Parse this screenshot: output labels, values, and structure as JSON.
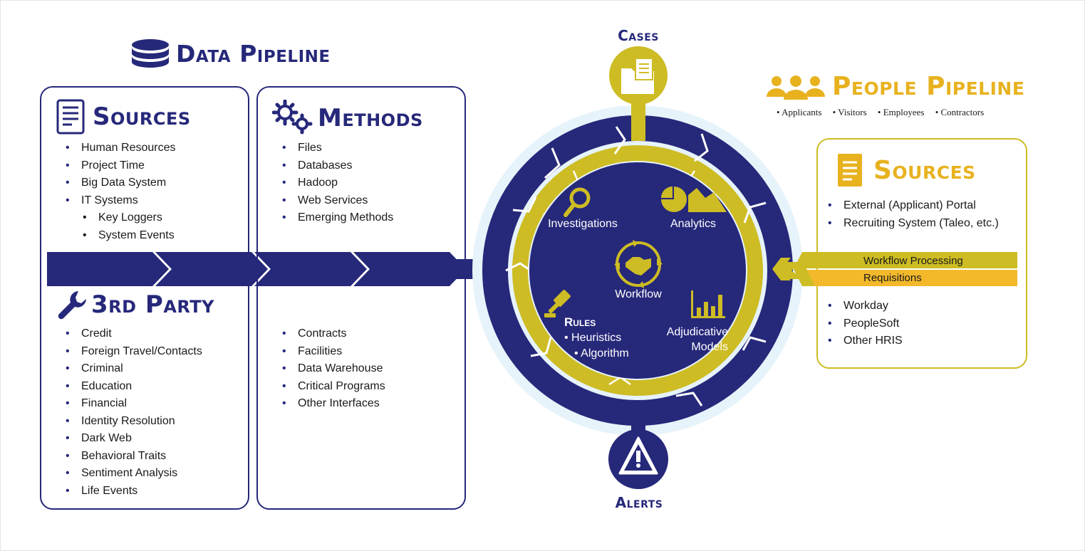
{
  "data_pipeline": {
    "title": "Data Pipeline",
    "sources": {
      "title": "Sources",
      "items": [
        "Human Resources",
        "Project Time",
        "Big Data System",
        "IT Systems"
      ],
      "sub_items": [
        "Key Loggers",
        "System Events"
      ]
    },
    "methods": {
      "title": "Methods",
      "items": [
        "Files",
        "Databases",
        "Hadoop",
        "Web Services",
        "Emerging Methods"
      ],
      "more_items": [
        "Contracts",
        "Facilities",
        "Data Warehouse",
        "Critical Programs",
        "Other Interfaces"
      ]
    },
    "third_party": {
      "title": "3rd Party",
      "items": [
        "Credit",
        "Foreign Travel/Contacts",
        "Criminal",
        "Education",
        "Financial",
        "Identity Resolution",
        "Dark Web",
        "Behavioral Traits",
        "Sentiment Analysis",
        "Life Events"
      ]
    }
  },
  "cycle": {
    "cases": "Cases",
    "alerts": "Alerts",
    "investigations": "Investigations",
    "analytics": "Analytics",
    "workflow": "Workflow",
    "rules_title": "Rules",
    "rules_items": [
      "• Heuristics",
      "• Algorithm"
    ],
    "adjudicative_line1": "Adjudicative",
    "adjudicative_line2": "Models"
  },
  "people_pipeline": {
    "title": "People Pipeline",
    "categories": [
      "• Applicants",
      "• Visitors",
      "• Employees",
      "• Contractors"
    ],
    "sources": {
      "title": "Sources",
      "items": [
        "External (Applicant) Portal",
        "Recruiting System (Taleo, etc.)"
      ]
    },
    "workflow_processing": "Workflow Processing",
    "requisitions": "Requisitions",
    "hris_items": [
      "Workday",
      "PeopleSoft",
      "Other HRIS"
    ]
  },
  "colors": {
    "navy": "#26287a",
    "gold": "#cdbc24",
    "orange": "#f3b92b",
    "light_blue": "#e7f3fa"
  },
  "icons": [
    "database-icon",
    "document-icon",
    "gears-icon",
    "wrench-icon",
    "folder-icon",
    "alert-icon",
    "magnifier-icon",
    "pie-chart-icon",
    "handshake-icon",
    "gavel-icon",
    "bar-chart-icon",
    "people-icon"
  ]
}
